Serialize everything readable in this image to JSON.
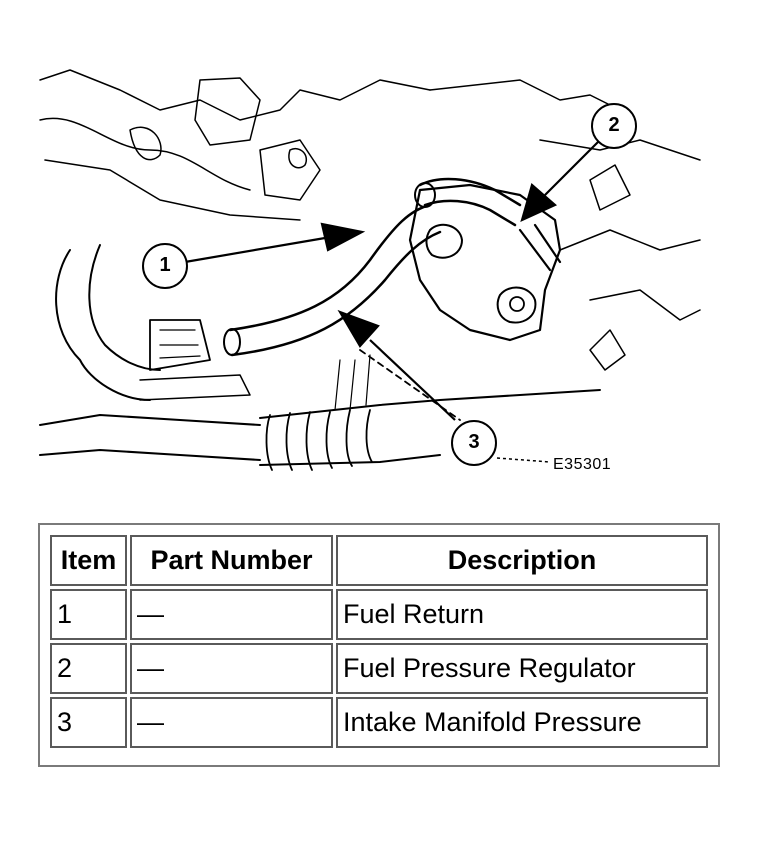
{
  "figure": {
    "code": "E35301",
    "callouts": [
      "1",
      "2",
      "3"
    ]
  },
  "table": {
    "headers": {
      "item": "Item",
      "part_number": "Part Number",
      "description": "Description"
    },
    "rows": [
      {
        "item": "1",
        "part_number": "—",
        "description": "Fuel Return"
      },
      {
        "item": "2",
        "part_number": "—",
        "description": "Fuel Pressure Regulator"
      },
      {
        "item": "3",
        "part_number": "—",
        "description": "Intake Manifold Pressure"
      }
    ]
  }
}
